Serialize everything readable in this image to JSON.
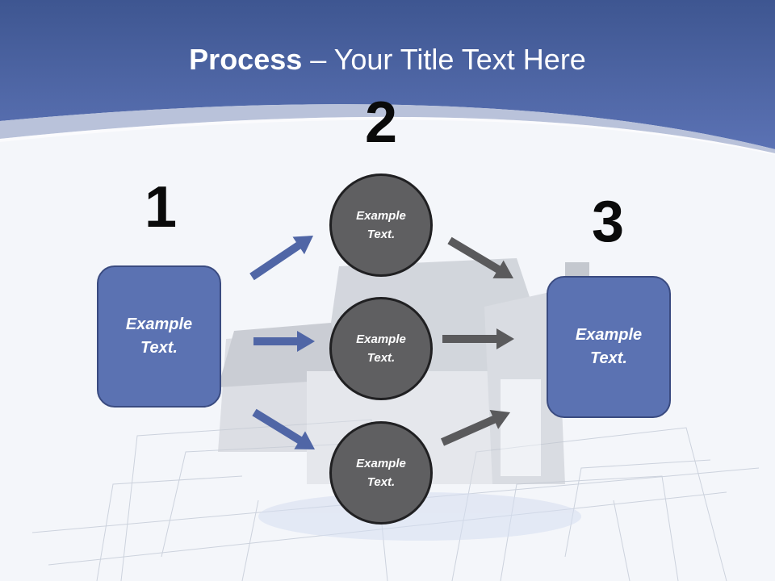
{
  "title": {
    "bold": "Process",
    "rest": " – Your Title Text Here"
  },
  "steps": [
    {
      "number": "1",
      "text": "Example\nText."
    },
    {
      "number": "2",
      "text": "Example\nText."
    },
    {
      "number": "3",
      "text": "Example\nText."
    }
  ],
  "circles": [
    {
      "text": "Example\nText."
    },
    {
      "text": "Example\nText."
    },
    {
      "text": "Example\nText."
    }
  ],
  "colors": {
    "header": "#5268a6",
    "box": "#5b72b2",
    "circle": "#5f5f61",
    "blue_arrow": "#5066a6",
    "gray_arrow": "#5a5a5c"
  }
}
